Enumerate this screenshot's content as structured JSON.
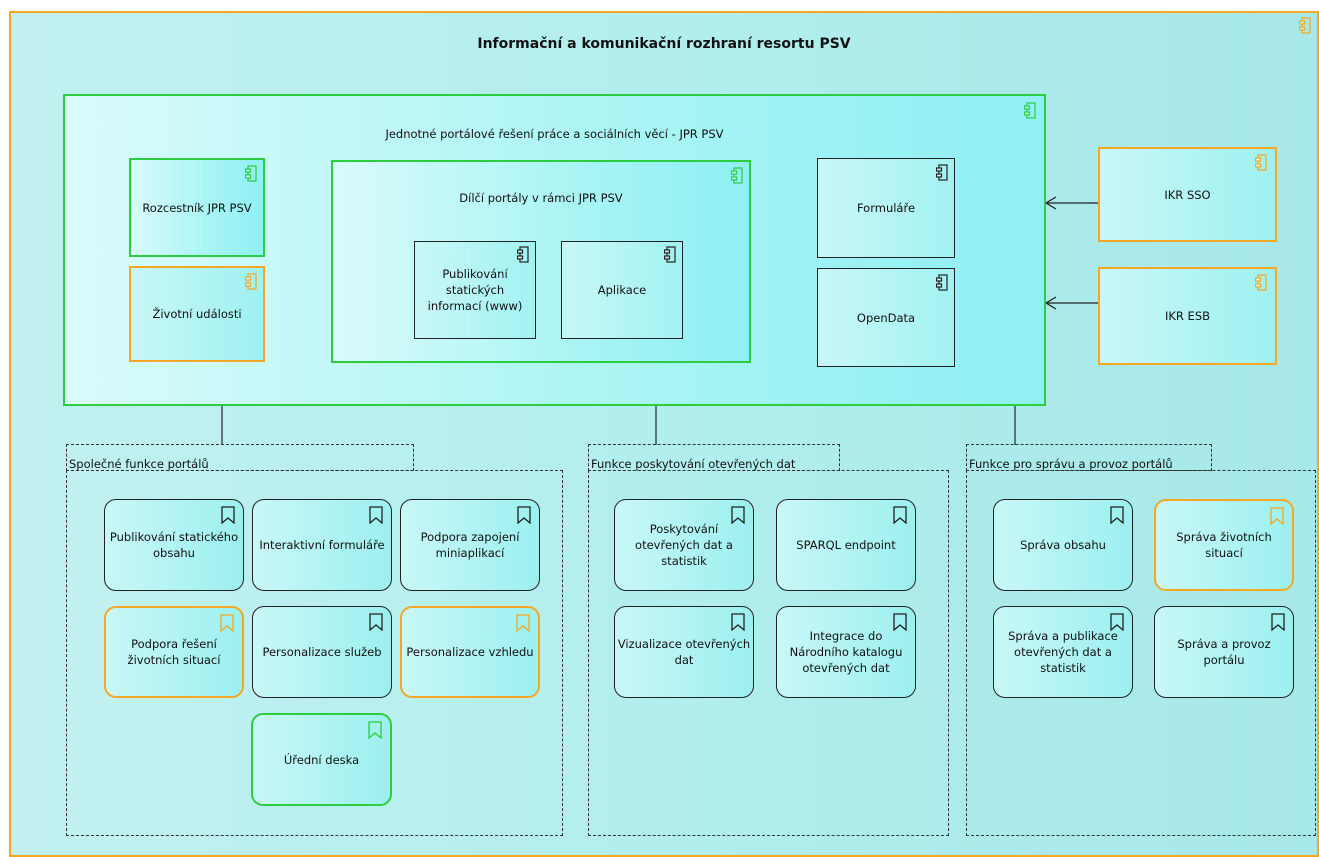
{
  "diagram": {
    "title": "Informační a komunikační rozhraní resortu PSV",
    "main_component": {
      "label": "Jednotné portálové řešení práce a sociálních věcí - JPR PSV",
      "rozcestnik": "Rozcestník JPR PSV",
      "zivotni": "Životní události",
      "dilci": {
        "label": "Dílčí portály v rámci JPR PSV",
        "publikovani": "Publikování statických informací (www)",
        "aplikace": "Aplikace"
      },
      "formulare": "Formuláře",
      "opendata": "OpenData"
    },
    "ikr_sso": "IKR SSO",
    "ikr_esb": "IKR ESB",
    "groups": {
      "spolecne": {
        "label": "Společné funkce portálů",
        "items": [
          "Publikování statického obsahu",
          "Interaktivní formuláře",
          "Podpora zapojení miniaplikací",
          "Podpora řešení životních situací",
          "Personalizace služeb",
          "Personalizace vzhledu",
          "Úřední deska"
        ]
      },
      "otevrena": {
        "label": "Funkce poskytování otevřených dat",
        "items": [
          "Poskytování otevřených dat a statistik",
          "SPARQL endpoint",
          "Vizualizace otevřených dat",
          "Integrace do Národního katalogu otevřených dat"
        ]
      },
      "sprava": {
        "label": "Funkce pro správu a provoz portálů",
        "items": [
          "Správa obsahu",
          "Správa životních situací",
          "Správa a publikace otevřených dat a statistik",
          "Správa a provoz portálu"
        ]
      }
    }
  },
  "colors": {
    "green": "#2ecc40",
    "orange": "#f5a623",
    "black": "#222222"
  },
  "icons": {
    "component": "component-icon",
    "function": "bookmark-icon"
  }
}
